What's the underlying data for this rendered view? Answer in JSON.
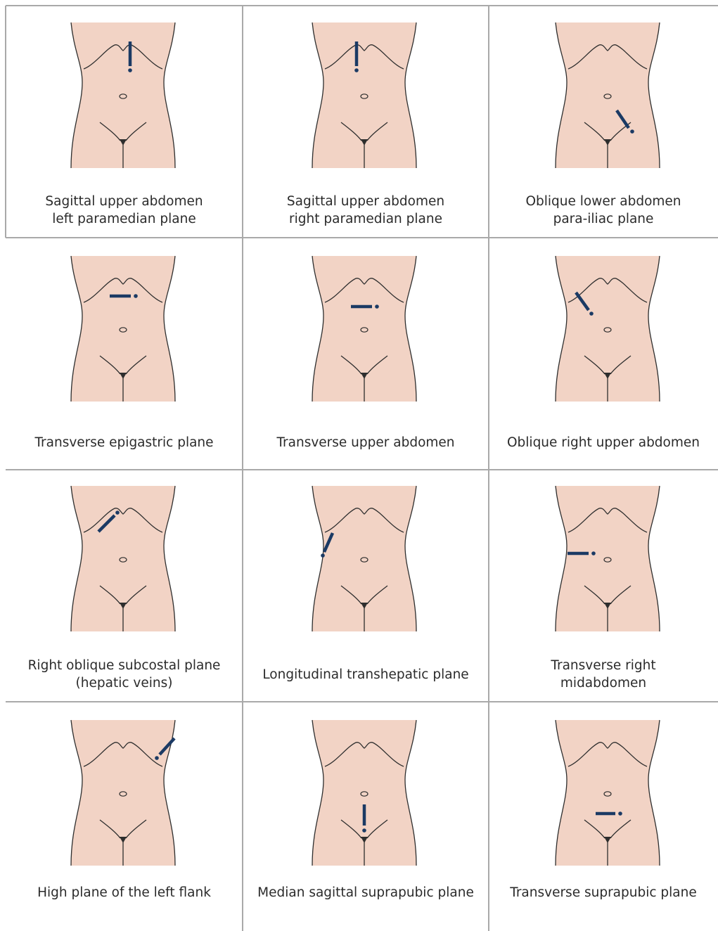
{
  "colors": {
    "skin": "#f2d3c5",
    "outline": "#2e2e2e",
    "probe": "#1b3a64",
    "grid": "#a9a9a9",
    "text": "#2b2b2b"
  },
  "panels": [
    {
      "caption": [
        "Sagittal upper abdomen",
        "left paramedian plane"
      ],
      "probe": "sagittal-epigastric-left-paramedian"
    },
    {
      "caption": [
        "Sagittal upper abdomen",
        "right paramedian plane"
      ],
      "probe": "sagittal-epigastric-right-paramedian"
    },
    {
      "caption": [
        "Oblique lower abdomen",
        "para-iliac plane"
      ],
      "probe": "oblique-left-lower-para-iliac"
    },
    {
      "caption": [
        "Transverse epigastric plane"
      ],
      "probe": "transverse-epigastric"
    },
    {
      "caption": [
        "Transverse upper abdomen"
      ],
      "probe": "transverse-upper"
    },
    {
      "caption": [
        "Oblique right upper abdomen"
      ],
      "probe": "oblique-right-upper"
    },
    {
      "caption": [
        "Right oblique subcostal plane",
        "(hepatic veins)"
      ],
      "probe": "right-subcostal-oblique"
    },
    {
      "caption": [
        "Longitudinal transhepatic plane"
      ],
      "probe": "longitudinal-right-flank"
    },
    {
      "caption": [
        "Transverse right",
        "midabdomen"
      ],
      "probe": "transverse-right-mid"
    },
    {
      "caption": [
        "High plane of the left flank"
      ],
      "probe": "high-left-flank"
    },
    {
      "caption": [
        "Median sagittal suprapubic plane"
      ],
      "probe": "median-suprapubic"
    },
    {
      "caption": [
        "Transverse suprapubic plane"
      ],
      "probe": "transverse-suprapubic"
    }
  ]
}
